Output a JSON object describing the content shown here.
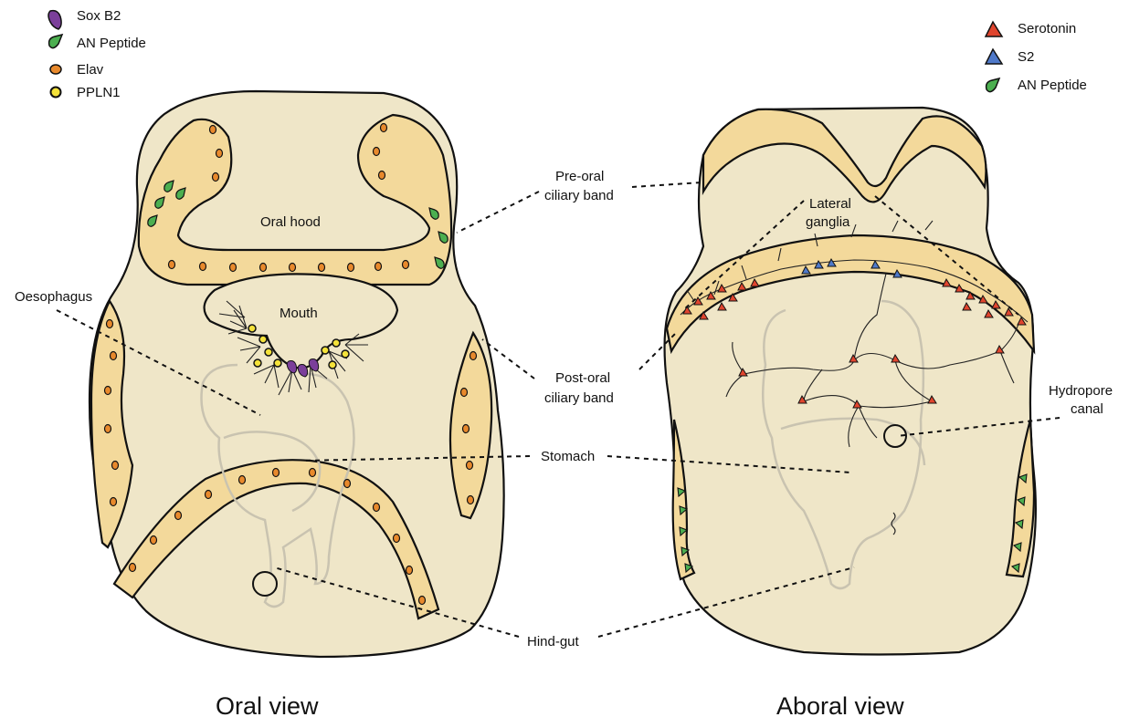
{
  "legend_left": [
    {
      "label": "Sox B2",
      "color": "#7b3f9a",
      "icon": "sox-b2-cell-icon"
    },
    {
      "label": "AN Peptide",
      "color": "#4caf50",
      "icon": "an-peptide-cell-icon"
    },
    {
      "label": "Elav",
      "color": "#e8892c",
      "icon": "elav-cell-icon"
    },
    {
      "label": "PPLN1",
      "color": "#f4e23a",
      "icon": "ppln1-cell-icon"
    }
  ],
  "legend_right": [
    {
      "label": "Serotonin",
      "color": "#e0452e",
      "icon": "serotonin-cell-icon"
    },
    {
      "label": "S2",
      "color": "#4f79c9",
      "icon": "s2-cell-icon"
    },
    {
      "label": "AN Peptide",
      "color": "#4caf50",
      "icon": "an-peptide-cell-icon"
    }
  ],
  "labels": {
    "oral_hood": "Oral hood",
    "mouth": "Mouth",
    "oesophagus": "Oesophagus",
    "preoral_1": "Pre-oral",
    "preoral_2": "ciliary band",
    "postoral_1": "Post-oral",
    "postoral_2": "ciliary band",
    "stomach": "Stomach",
    "hindgut": "Hind-gut",
    "lateral_1": "Lateral",
    "lateral_2": "ganglia",
    "hydropore_1": "Hydropore",
    "hydropore_2": "canal"
  },
  "titles": {
    "oral": "Oral view",
    "aboral": "Aboral view"
  },
  "colors": {
    "body": "#efe6c8",
    "ciliary_band": "#f3d99b",
    "organ_outline": "#c9c3b0"
  }
}
